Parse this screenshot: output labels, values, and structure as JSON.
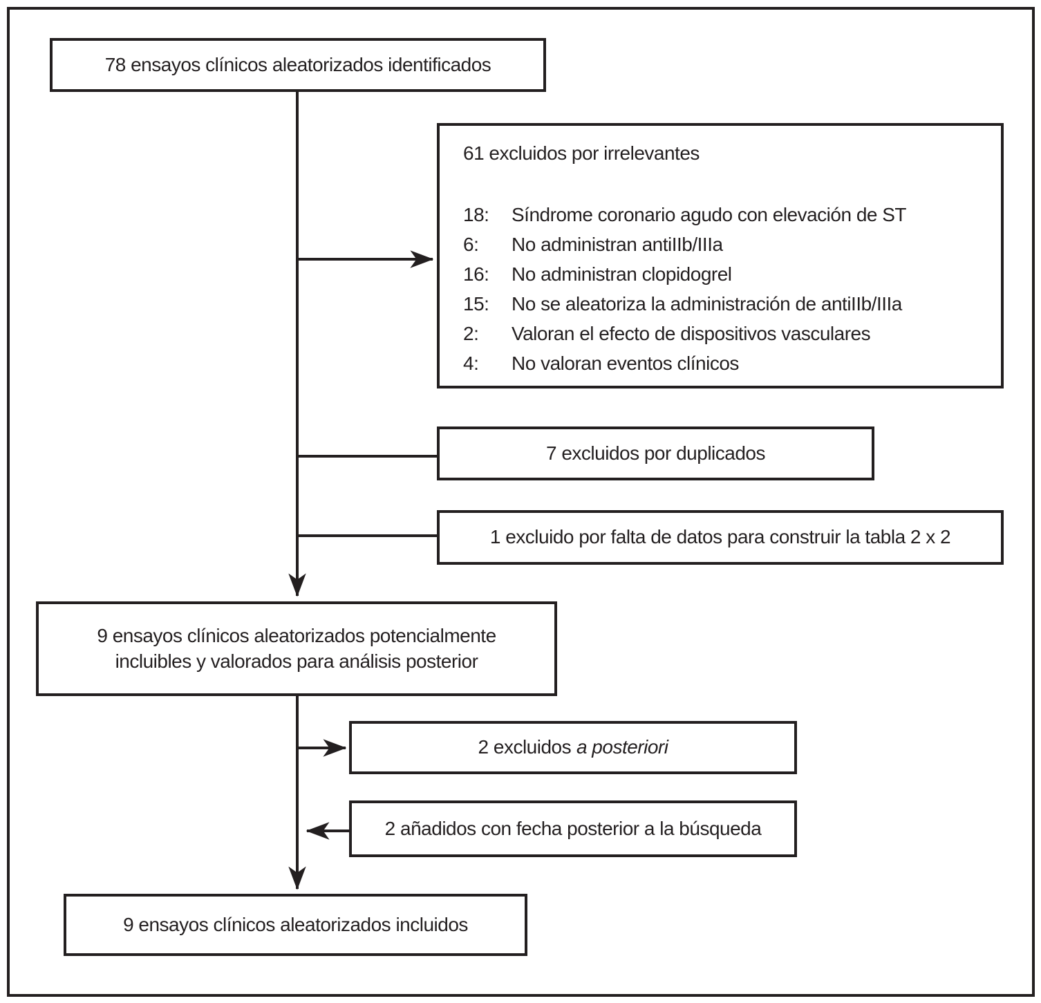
{
  "diagram": {
    "colors": {
      "line": "#231f20",
      "background": "#ffffff"
    },
    "boxes": {
      "identified": {
        "label": "78 ensayos clínicos aleatorizados identificados"
      },
      "excluded_irrelevant": {
        "header": "61 excluidos por irrelevantes",
        "items": [
          {
            "count": "18:",
            "reason": "Síndrome coronario agudo con elevación de ST"
          },
          {
            "count": "6:",
            "reason": "No administran antiIIb/IIIa"
          },
          {
            "count": "16:",
            "reason": "No administran clopidogrel"
          },
          {
            "count": "15:",
            "reason": "No se aleatoriza la administración de antiIIb/IIIa"
          },
          {
            "count": "2:",
            "reason": "Valoran el efecto de dispositivos vasculares"
          },
          {
            "count": "4:",
            "reason": "No valoran eventos clínicos"
          }
        ]
      },
      "excluded_duplicates": {
        "label": "7 excluidos por duplicados"
      },
      "excluded_missing_data": {
        "label": "1 excluido por falta de datos para construir la tabla 2 x 2"
      },
      "potentially_includable": {
        "line1": "9 ensayos clínicos aleatorizados potencialmente",
        "line2": "incluibles y valorados para análisis posterior"
      },
      "excluded_a_posteriori": {
        "prefix": "2 excluidos",
        "italic_part": "a posteriori"
      },
      "added_after_search": {
        "label": "2 añadidos con fecha posterior a la búsqueda"
      },
      "included": {
        "label": "9 ensayos clínicos aleatorizados incluidos"
      }
    }
  }
}
